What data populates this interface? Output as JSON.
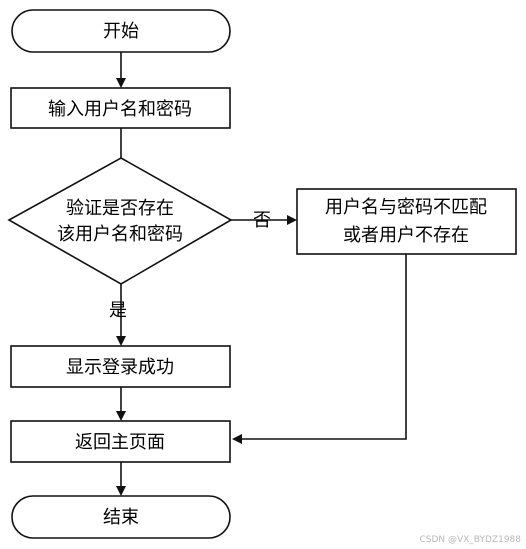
{
  "nodes": {
    "start": "开始",
    "input": "输入用户名和密码",
    "verify_line1": "验证是否存在",
    "verify_line2": "该用户名和密码",
    "error_line1": "用户名与密码不匹配",
    "error_line2": "或者用户不存在",
    "success": "显示登录成功",
    "home": "返回主页面",
    "end": "结束"
  },
  "edges": {
    "yes": "是",
    "no": "否"
  },
  "watermark": "CSDN @VX_BYDZ1988"
}
